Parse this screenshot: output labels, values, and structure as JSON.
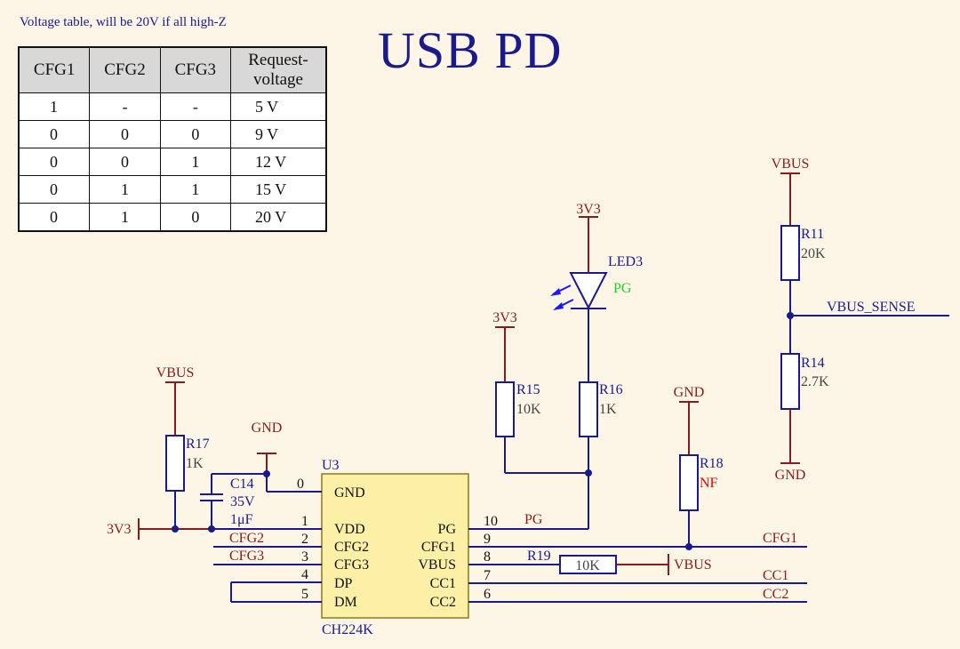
{
  "note": "Voltage table, will be 20V if all high-Z",
  "title": "USB PD",
  "table": {
    "headers": [
      "CFG1",
      "CFG2",
      "CFG3",
      "Request-voltage"
    ],
    "rows": [
      [
        "1",
        "-",
        "-",
        "5 V"
      ],
      [
        "0",
        "0",
        "0",
        "9 V"
      ],
      [
        "0",
        "0",
        "1",
        "12 V"
      ],
      [
        "0",
        "1",
        "1",
        "15 V"
      ],
      [
        "0",
        "1",
        "0",
        "20 V"
      ]
    ]
  },
  "schematic": {
    "ic": {
      "ref": "U3",
      "part": "CH224K",
      "left_pins": [
        {
          "num": "0",
          "name": "GND"
        },
        {
          "num": "1",
          "name": "VDD"
        },
        {
          "num": "2",
          "name": "CFG2"
        },
        {
          "num": "3",
          "name": "CFG3"
        },
        {
          "num": "4",
          "name": "DP"
        },
        {
          "num": "5",
          "name": "DM"
        }
      ],
      "right_pins": [
        {
          "num": "10",
          "name": "PG"
        },
        {
          "num": "9",
          "name": "CFG1"
        },
        {
          "num": "8",
          "name": "VBUS"
        },
        {
          "num": "7",
          "name": "CC1"
        },
        {
          "num": "6",
          "name": "CC2"
        }
      ]
    },
    "components": {
      "R11": {
        "ref": "R11",
        "value": "20K"
      },
      "R14": {
        "ref": "R14",
        "value": "2.7K"
      },
      "R15": {
        "ref": "R15",
        "value": "10K"
      },
      "R16": {
        "ref": "R16",
        "value": "1K"
      },
      "R17": {
        "ref": "R17",
        "value": "1K"
      },
      "R18": {
        "ref": "R18",
        "value": "NF"
      },
      "R19": {
        "ref": "R19",
        "value": "10K"
      },
      "C14": {
        "ref": "C14",
        "voltage": "35V",
        "value": "1μF"
      },
      "LED3": {
        "ref": "LED3",
        "value": "PG"
      }
    },
    "power": {
      "vbus_r11": "VBUS",
      "gnd_r14": "GND",
      "v3v3_led": "3V3",
      "v3v3_r15": "3V3",
      "gnd_r18": "GND",
      "vbus_r17": "VBUS",
      "gnd_c14": "GND",
      "v3v3_left": "3V3",
      "vbus_r19": "VBUS"
    },
    "nets": {
      "vbus_sense": "VBUS_SENSE",
      "pg": "PG",
      "cfg1": "CFG1",
      "cfg2": "CFG2",
      "cfg3": "CFG3",
      "cc1": "CC1",
      "cc2": "CC2"
    }
  },
  "colors": {
    "wire": "#1a1a8c",
    "power_symbol": "#8b1a1a",
    "ic_fill": "#fcefa6",
    "background": "#fdf6e6",
    "led_value": "#22cc22",
    "not_fitted": "#e60000"
  }
}
